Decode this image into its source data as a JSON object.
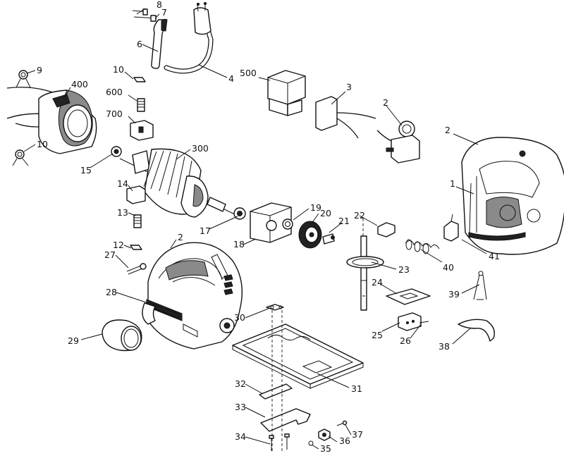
{
  "callouts": [
    "1",
    "2",
    "2",
    "3",
    "4",
    "6",
    "7",
    "8",
    "9",
    "10",
    "10",
    "12",
    "12",
    "13",
    "14",
    "15",
    "17",
    "18",
    "19",
    "20",
    "21",
    "22",
    "23",
    "24",
    "25",
    "26",
    "27",
    "28",
    "29",
    "30",
    "31",
    "32",
    "33",
    "34",
    "35",
    "36",
    "37",
    "38",
    "39",
    "40",
    "41",
    "300",
    "400",
    "500",
    "600",
    "700"
  ]
}
